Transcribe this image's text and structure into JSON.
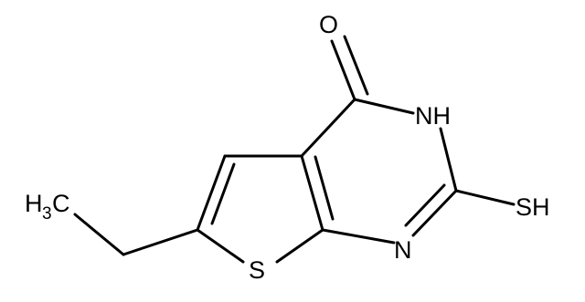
{
  "molecule": {
    "atoms": {
      "oxygen": "O",
      "nh": "NH",
      "sh": "SH",
      "n": "N",
      "s": "S",
      "methyl": {
        "h": "H",
        "sub": "3",
        "c": "C"
      }
    }
  }
}
